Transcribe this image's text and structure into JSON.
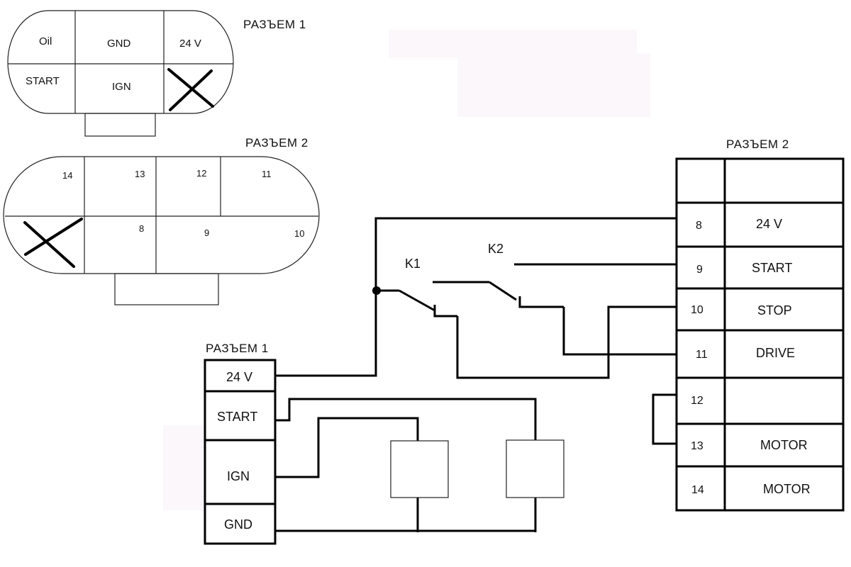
{
  "connector1_face": {
    "title": "РАЗЪЕМ 1",
    "pins": [
      "Oil",
      "GND",
      "24 V",
      "START",
      "IGN"
    ]
  },
  "connector2_face": {
    "title": "РАЗЪЕМ 2",
    "pins": [
      "14",
      "13",
      "12",
      "11",
      "8",
      "9",
      "10"
    ]
  },
  "relays": {
    "k1": "K1",
    "k2": "K2"
  },
  "connector1_block": {
    "title": "РАЗЪЕМ 1",
    "pins": [
      "24 V",
      "START",
      "IGN",
      "GND"
    ]
  },
  "connector2_block": {
    "title": "РАЗЪЕМ 2",
    "rows": [
      {
        "num": "",
        "label": ""
      },
      {
        "num": "8",
        "label": "24 V"
      },
      {
        "num": "9",
        "label": "START"
      },
      {
        "num": "10",
        "label": "STOP"
      },
      {
        "num": "11",
        "label": "DRIVE"
      },
      {
        "num": "12",
        "label": ""
      },
      {
        "num": "13",
        "label": "MOTOR"
      },
      {
        "num": "14",
        "label": "MOTOR"
      }
    ]
  }
}
